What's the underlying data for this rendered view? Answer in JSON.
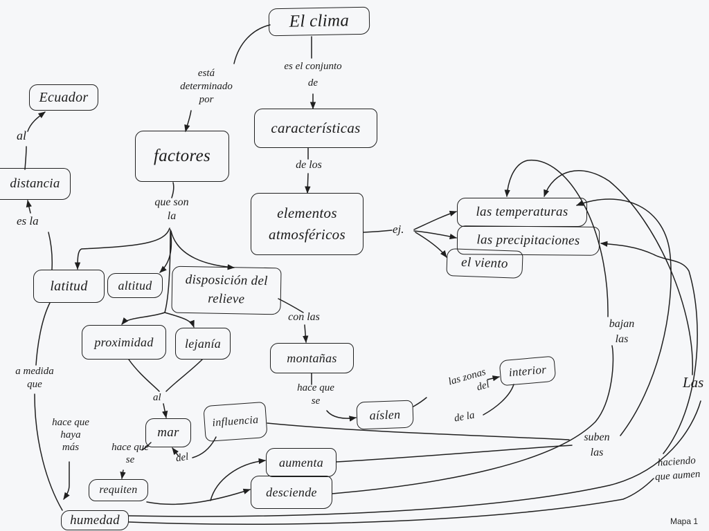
{
  "nodes": {
    "clima": "El clima",
    "ecuador": "Ecuador",
    "distancia": "distancia",
    "factores": "factores",
    "caracteristicas": "características",
    "elementos": "elementos\natmosféricos",
    "temperaturas": "las temperaturas",
    "precipitaciones": "las precipitaciones",
    "viento": "el viento",
    "latitud": "latitud",
    "altitud": "altitud",
    "relieve": "disposición del\nrelieve",
    "proximidad": "proximidad",
    "lejania": "lejanía",
    "montanas": "montañas",
    "aislen": "aíslen",
    "interior": "interior",
    "mar": "mar",
    "influencia": "influencia",
    "aumenta": "aumenta",
    "desciende": "desciende",
    "requiten": "requiten",
    "humedad": "humedad"
  },
  "links": {
    "determinado": "está\ndeterminado\npor",
    "conjunto": "es el conjunto\nde",
    "de_los": "de los",
    "que_son": "que son\nla",
    "al_ecuador": "al",
    "es_la": "es la",
    "ej": "ej.",
    "con_las": "con las",
    "a_medida": "a medida\nque",
    "hace_que_se_montanas": "hace que\nse",
    "las_zonas": "las zonas\ndel",
    "de_la": "de la",
    "al_mar": "al",
    "hace_haya": "hace que\nhaya\nmás",
    "hace_que_se_mar": "hace que\nse",
    "del": "del",
    "bajan": "bajan\nlas",
    "suben": "suben\nlas",
    "las_right": "Las",
    "haciendo": "haciendo\nque aumen"
  },
  "caption": "Mapa 1"
}
